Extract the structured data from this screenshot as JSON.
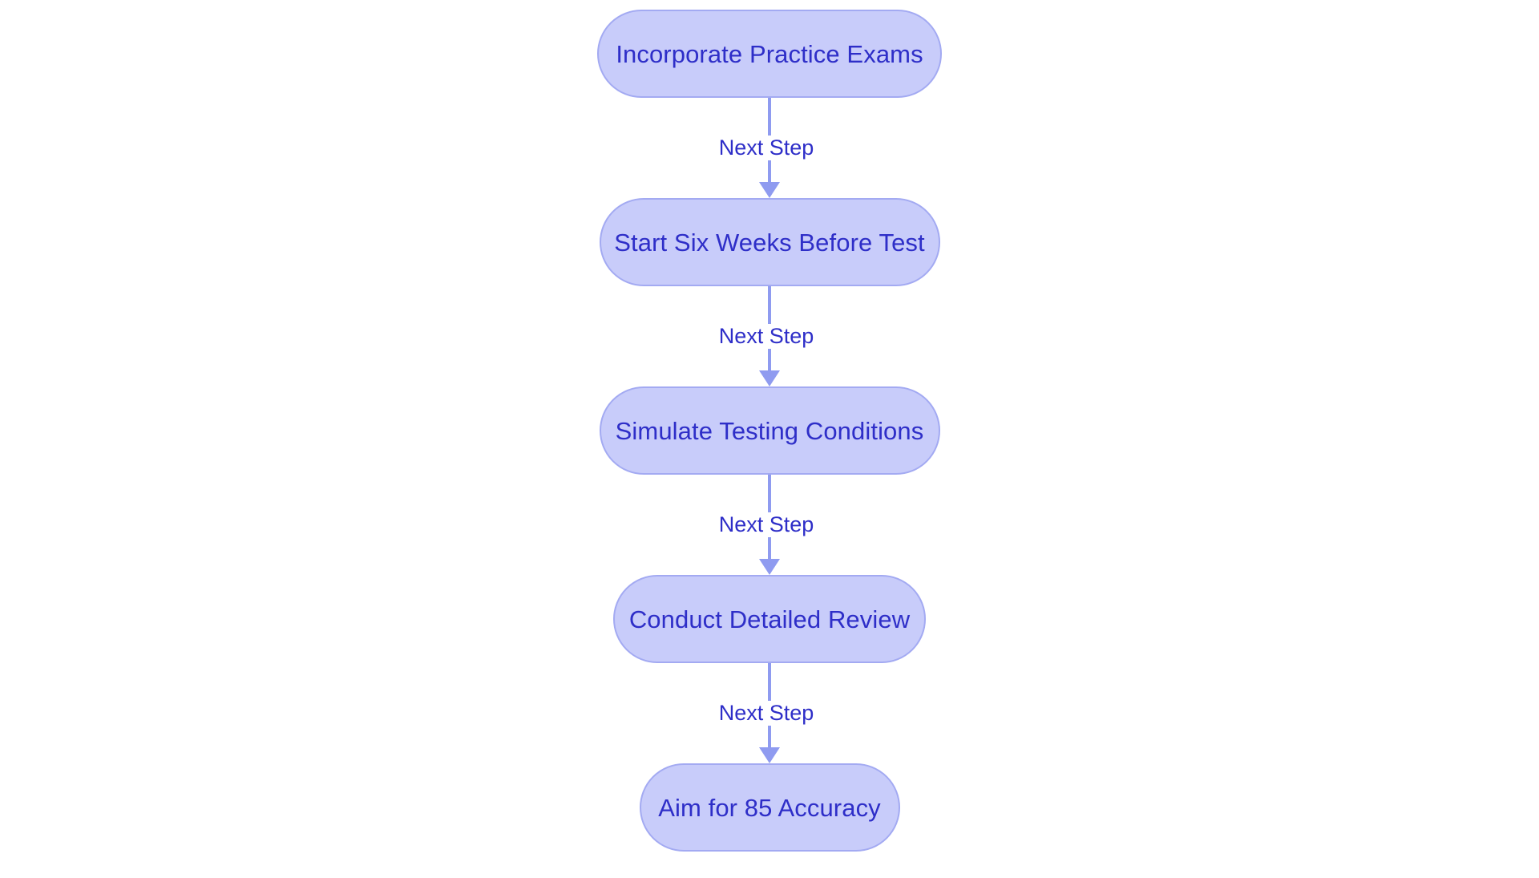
{
  "diagram": {
    "type": "flowchart",
    "orientation": "vertical",
    "title": "",
    "colors": {
      "node_fill": "#c8ccfa",
      "node_border": "#a3aaf2",
      "node_text": "#2e2ec8",
      "connector": "#8f9bf0",
      "label_text": "#2e2ec8",
      "background": "#ffffff"
    },
    "nodes": [
      {
        "id": "n1",
        "label": "Incorporate Practice Exams"
      },
      {
        "id": "n2",
        "label": "Start Six Weeks Before Test"
      },
      {
        "id": "n3",
        "label": "Simulate Testing Conditions"
      },
      {
        "id": "n4",
        "label": "Conduct Detailed Review"
      },
      {
        "id": "n5",
        "label": "Aim for 85 Accuracy"
      }
    ],
    "edges": [
      {
        "id": "e1",
        "from": "n1",
        "to": "n2",
        "label": "Next Step"
      },
      {
        "id": "e2",
        "from": "n2",
        "to": "n3",
        "label": "Next Step"
      },
      {
        "id": "e3",
        "from": "n3",
        "to": "n4",
        "label": "Next Step"
      },
      {
        "id": "e4",
        "from": "n4",
        "to": "n5",
        "label": "Next Step"
      }
    ]
  }
}
